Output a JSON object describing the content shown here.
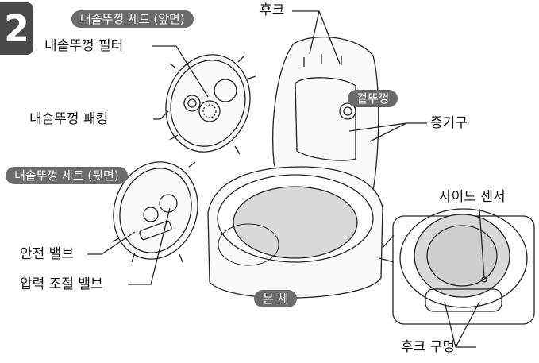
{
  "step_number": "2",
  "labels": {
    "inner_lid_set_front": "내솥뚜껑 세트 (앞면)",
    "inner_lid_filter": "내솥뚜껑 필터",
    "inner_lid_packing": "내솥뚜껑 패킹",
    "inner_lid_set_back": "내솥뚜껑 세트 (뒷면)",
    "safety_valve": "안전 밸브",
    "pressure_valve": "압력 조절 밸브",
    "hook": "후크",
    "outer_lid": "겉뚜껑",
    "steam_vent": "증기구",
    "body": "본  체",
    "side_sensor": "사이드 센서",
    "hook_hole": "후크 구멍"
  }
}
